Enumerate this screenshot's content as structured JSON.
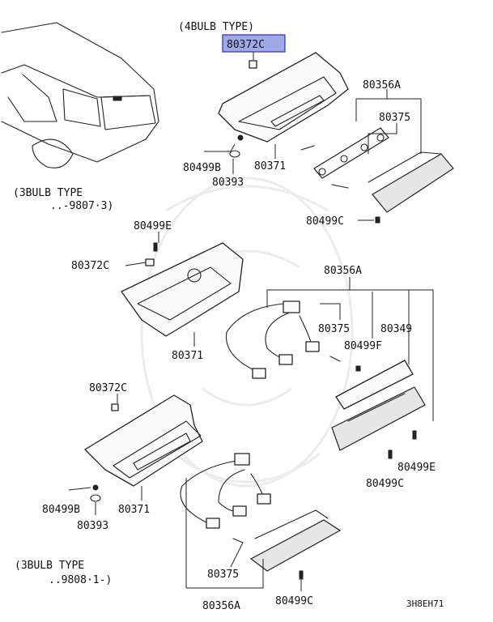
{
  "diagram": {
    "header_variant": "(4BULB TYPE)",
    "variant_3bulb_early_line1": "(3BULB TYPE",
    "variant_3bulb_early_line2": "..-9807·3)",
    "variant_3bulb_late_line1": "(3BULB TYPE",
    "variant_3bulb_late_line2": "..9808·1-)",
    "footer_code": "3H8EH71",
    "highlight_color": "#9fa9ea",
    "callouts": {
      "c_80372C_top": "80372C",
      "c_80356A_top": "80356A",
      "c_80375_top": "80375",
      "c_80499B_top": "80499B",
      "c_80371_top": "80371",
      "c_80393_top": "80393",
      "c_80499C_top": "80499C",
      "c_80499E_mid": "80499E",
      "c_80372C_mid": "80372C",
      "c_80356A_mid": "80356A",
      "c_80375_mid": "80375",
      "c_80349_mid": "80349",
      "c_80499F_mid": "80499F",
      "c_80371_mid": "80371",
      "c_80372C_bot": "80372C",
      "c_80499E_bot": "80499E",
      "c_80499C_bot_right": "80499C",
      "c_80499B_bot": "80499B",
      "c_80371_bot": "80371",
      "c_80393_bot": "80393",
      "c_80375_bot": "80375",
      "c_80356A_bot": "80356A",
      "c_80499C_bot": "80499C"
    }
  }
}
